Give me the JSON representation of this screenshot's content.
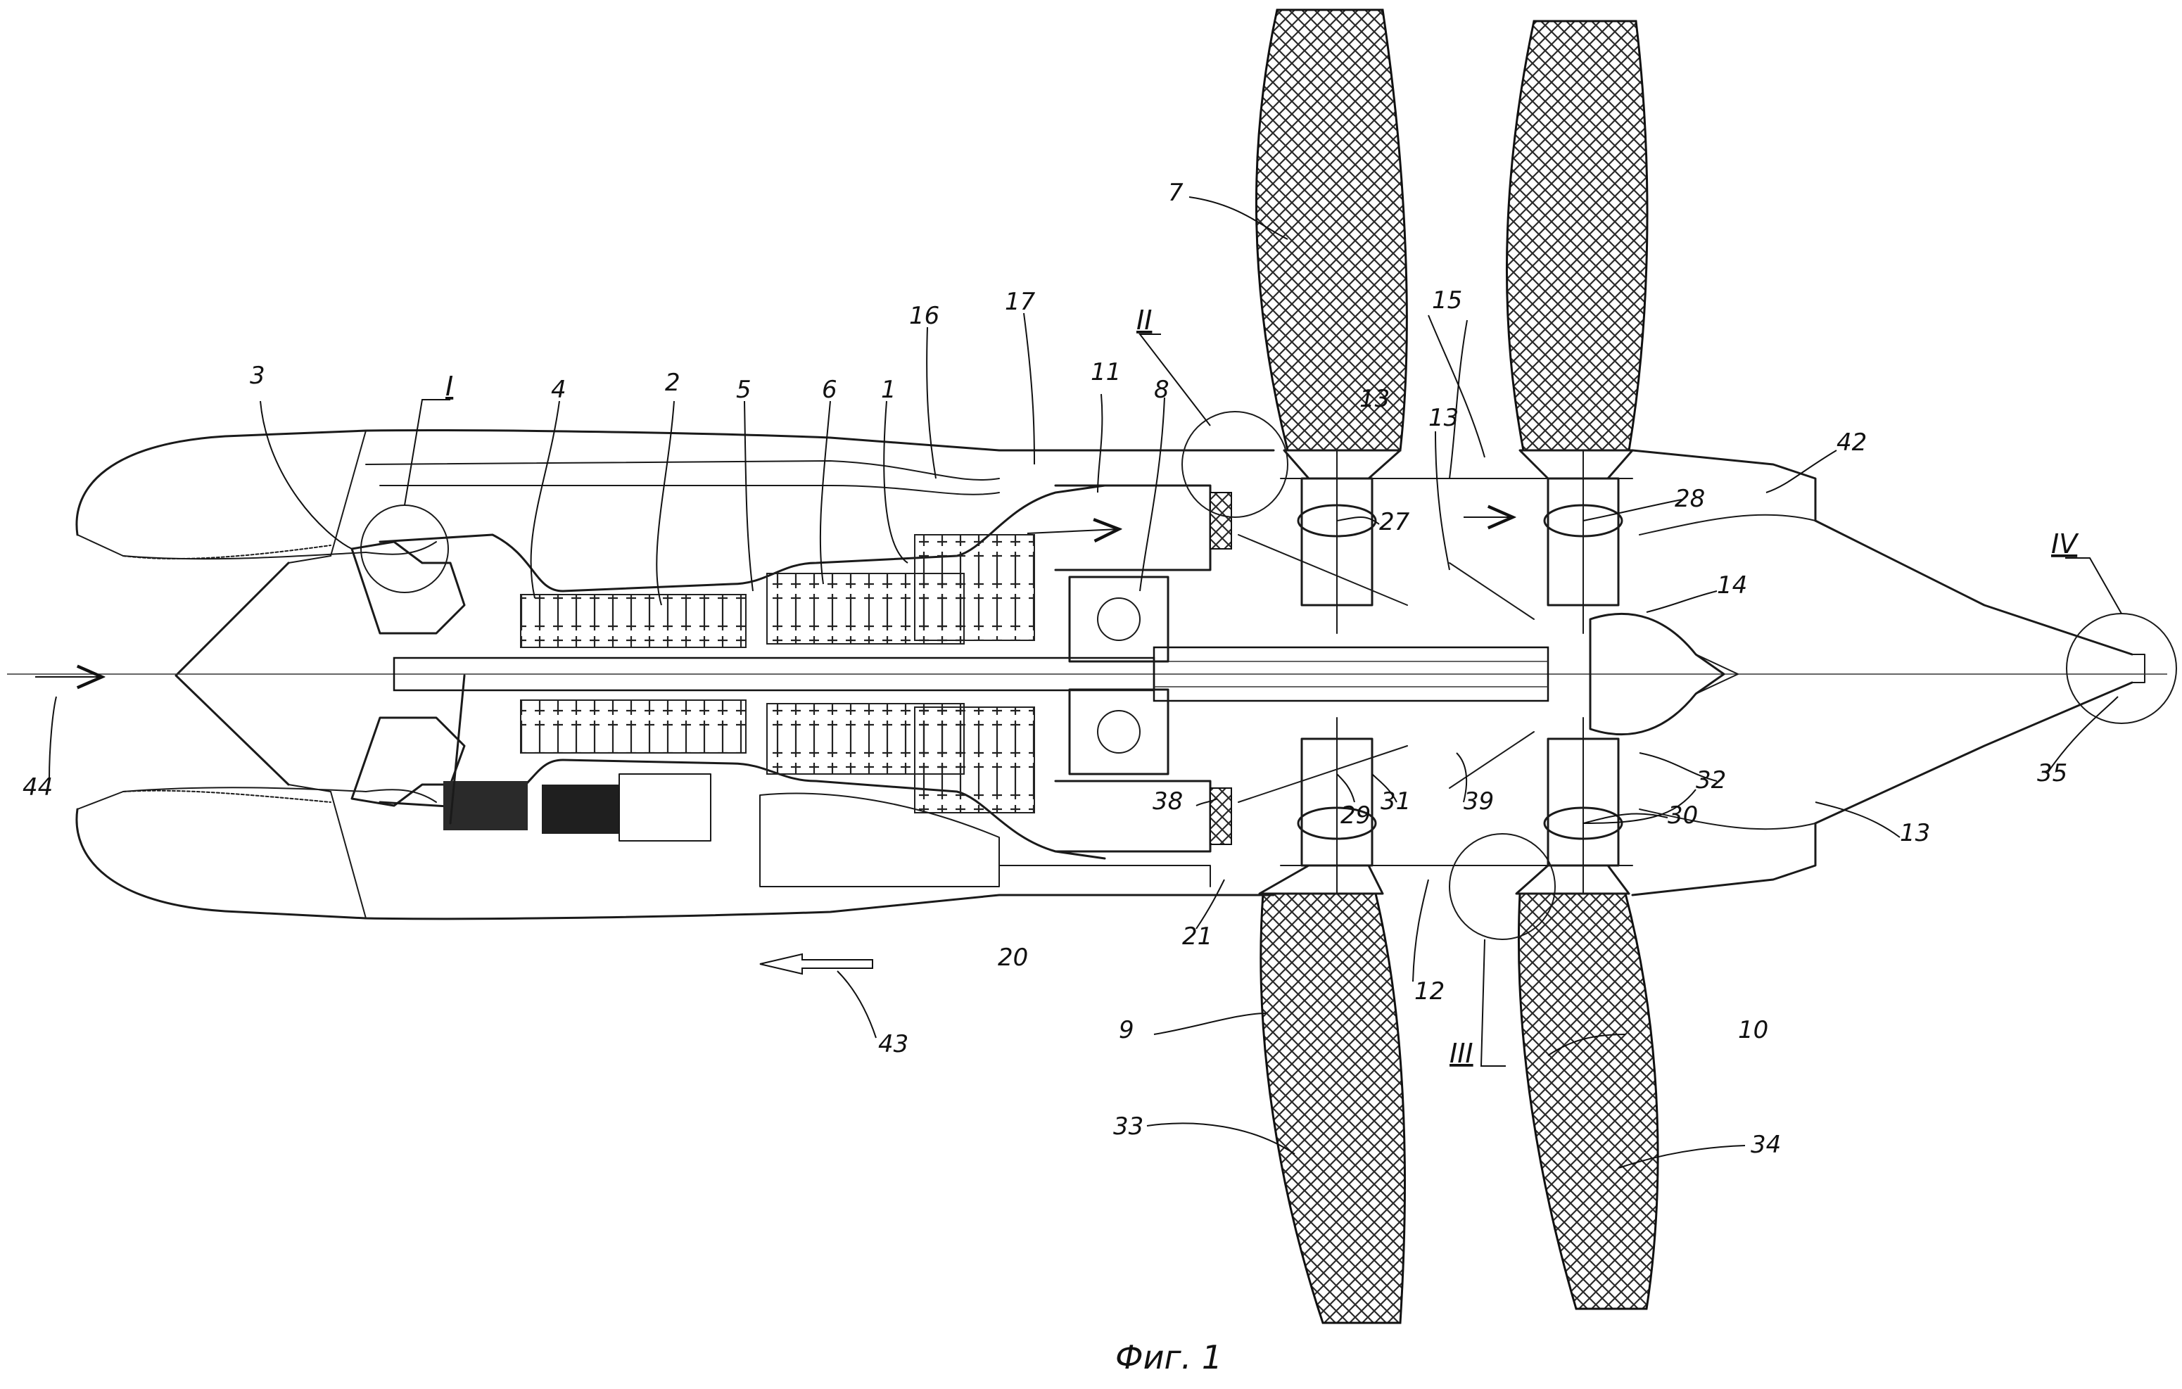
{
  "figure": {
    "caption": "Фиг. 1"
  },
  "labels": {
    "n1": "1",
    "n2": "2",
    "n3": "3",
    "n4": "4",
    "n5": "5",
    "n6": "6",
    "n7": "7",
    "n8": "8",
    "n9": "9",
    "n10": "10",
    "n11": "11",
    "n12": "12",
    "n13a": "13",
    "n13b": "13",
    "n13c": "13",
    "n14": "14",
    "n15": "15",
    "n16": "16",
    "n17": "17",
    "n20": "20",
    "n21": "21",
    "n27": "27",
    "n28": "28",
    "n29": "29",
    "n30": "30",
    "n31": "31",
    "n32": "32",
    "n33": "33",
    "n34": "34",
    "n35": "35",
    "n38": "38",
    "n39": "39",
    "n42": "42",
    "n43": "43",
    "n44": "44"
  },
  "sections": {
    "s1": "I",
    "s2": "II",
    "s3": "III",
    "s4": "IV"
  },
  "colors": {
    "ink": "#1a1a1a",
    "paper": "#ffffff",
    "crosshatch": "#2a2a2a"
  }
}
